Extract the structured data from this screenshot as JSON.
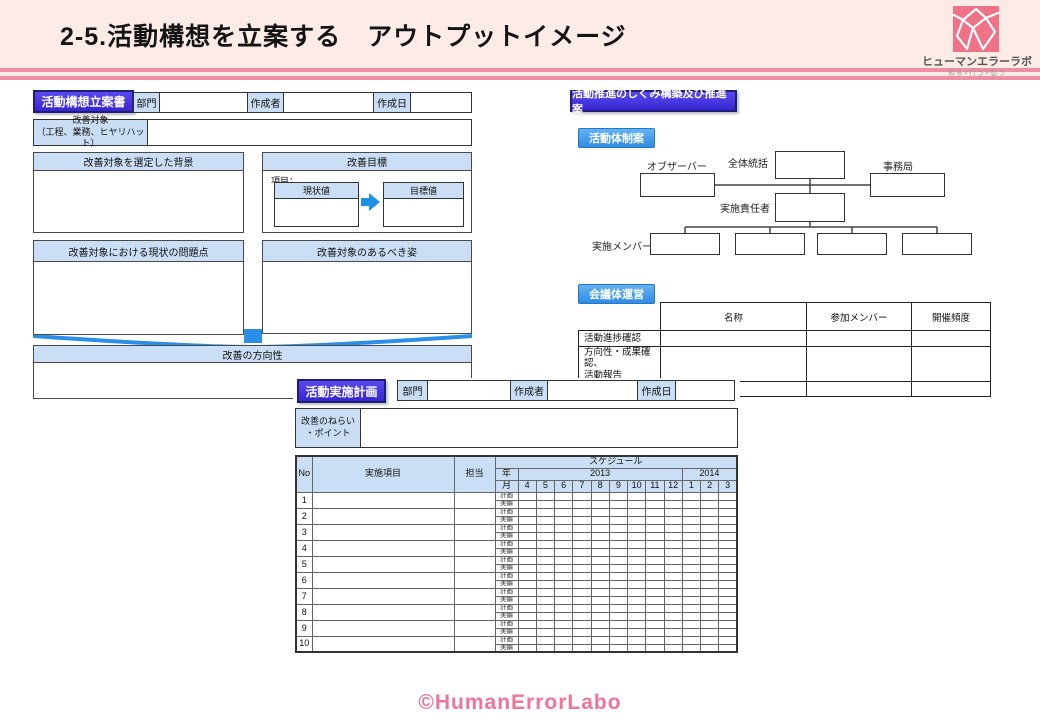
{
  "slide": {
    "title": "2-5.活動構想を立案する　アウトプットイメージ",
    "footer": "©HumanErrorLabo"
  },
  "logo": {
    "name": "ヒューマンエラーラボ",
    "tagline": "知る×行う×想う"
  },
  "colors": {
    "accent_pink": "#ee8fa6",
    "brand_pink": "#ef7287",
    "badge_purple": "#3a2ad8",
    "badge_blue": "#2e8ce2",
    "header_cell_blue": "#c9def5",
    "arrow_blue": "#1e90e8"
  },
  "concept_sheet": {
    "badge": "活動構想立案書",
    "dept_label": "部門",
    "author_label": "作成者",
    "date_label": "作成日",
    "target_label": "改善対象\n（工程、業務、ヒヤリハット）",
    "background_title": "改善対象を選定した背景",
    "goal_title": "改善目標",
    "goal_item_label": "項目：",
    "current_value_label": "現状値",
    "target_value_label": "目標値",
    "problem_title": "改善対象における現状の問題点",
    "ideal_title": "改善対象のあるべき姿",
    "direction_title": "改善の方向性"
  },
  "promotion": {
    "badge": "活動推進のしくみ構築及び推進案",
    "structure_badge": "活動体制案",
    "org_labels": {
      "observer": "オブザーバー",
      "overall": "全体統括",
      "office": "事務局",
      "leader": "実施責任者",
      "members": "実施メンバー"
    },
    "meeting_badge": "会議体運営",
    "meeting_table": {
      "columns": [
        "名称",
        "参加メンバー",
        "開催頻度"
      ],
      "row_labels": [
        "活動進捗確認",
        "方向性・成果確認、\n活動報告",
        ""
      ]
    }
  },
  "impl_sheet": {
    "badge": "活動実施計画",
    "dept_label": "部門",
    "author_label": "作成者",
    "date_label": "作成日",
    "aim_label": "改善のねらい\n・ポイント",
    "schedule": {
      "no_label": "No",
      "item_label": "実施項目",
      "owner_label": "担当",
      "title": "スケジュール",
      "year_label": "年",
      "month_label": "月",
      "year_groups": [
        {
          "label": "2013",
          "months": 9
        },
        {
          "label": "2014",
          "months": 3
        }
      ],
      "months": [
        "4",
        "5",
        "6",
        "7",
        "8",
        "9",
        "10",
        "11",
        "12",
        "1",
        "2",
        "3"
      ],
      "rows": [
        "1",
        "2",
        "3",
        "4",
        "5",
        "6",
        "7",
        "8",
        "9",
        "10"
      ],
      "subrow_labels": [
        "計画",
        "実績"
      ]
    }
  }
}
